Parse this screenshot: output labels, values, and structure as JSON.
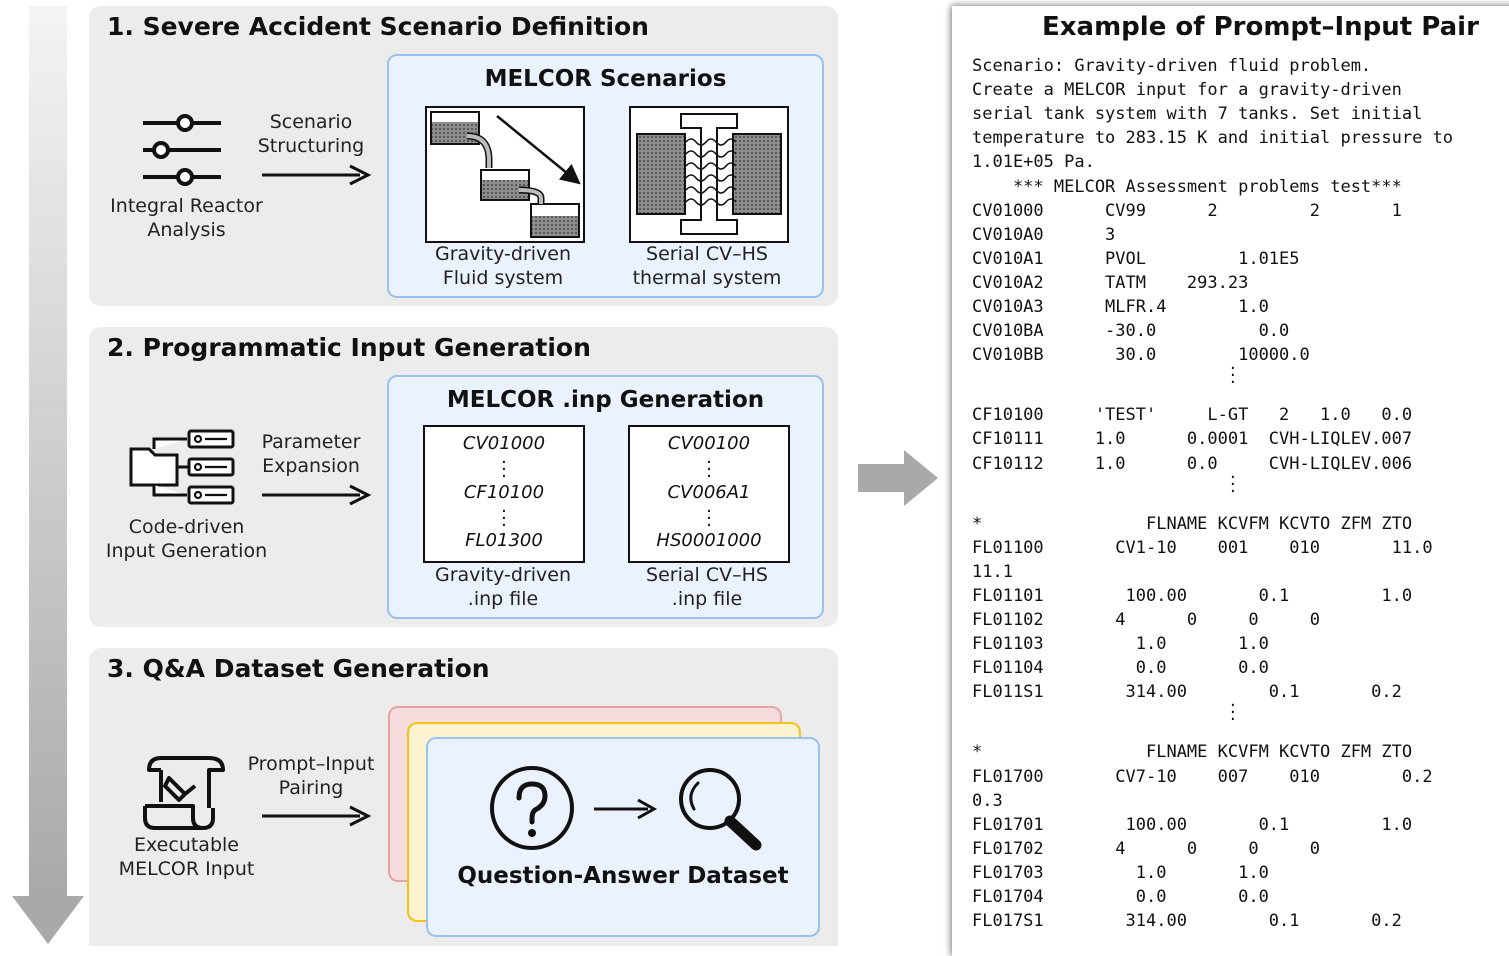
{
  "steps": [
    {
      "title": "1. Severe Accident Scenario Definition",
      "input_label": [
        "Integral Reactor",
        "Analysis"
      ],
      "arrow_label": [
        "Scenario",
        "Structuring"
      ],
      "box_title": "MELCOR Scenarios",
      "items": [
        {
          "caption": [
            "Gravity-driven",
            "Fluid system"
          ]
        },
        {
          "caption": [
            "Serial CV–HS",
            "thermal system"
          ]
        }
      ]
    },
    {
      "title": "2. Programmatic Input Generation",
      "input_label": [
        "Code-driven",
        "Input Generation"
      ],
      "arrow_label": [
        "Parameter",
        "Expansion"
      ],
      "box_title": "MELCOR .inp Generation",
      "items": [
        {
          "lines": [
            "CV01000",
            "CF10100",
            "FL01300"
          ],
          "caption": [
            "Gravity-driven",
            ".inp file"
          ]
        },
        {
          "lines": [
            "CV00100",
            "CV006A1",
            "HS0001000"
          ],
          "caption": [
            "Serial CV–HS",
            ".inp file"
          ]
        }
      ]
    },
    {
      "title": "3. Q&A Dataset Generation",
      "input_label": [
        "Executable",
        "MELCOR Input"
      ],
      "arrow_label": [
        "Prompt–Input",
        "Pairing"
      ],
      "box_title": "Question-Answer Dataset"
    }
  ],
  "example": {
    "title": "Example of Prompt–Input Pair",
    "prompt_lines": [
      "Scenario: Gravity-driven fluid problem.",
      "Create a MELCOR input for a gravity-driven",
      "serial tank system with 7 tanks. Set initial",
      "temperature to 283.15 K and initial pressure to",
      "1.01E+05 Pa."
    ],
    "code_blocks": [
      [
        "    *** MELCOR Assessment problems test***",
        "CV01000      CV99      2         2       1",
        "CV010A0      3",
        "CV010A1      PVOL         1.01E5",
        "CV010A2      TATM    293.23",
        "CV010A3      MLFR.4       1.0",
        "CV010BA      -30.0          0.0",
        "CV010BB       30.0        10000.0"
      ],
      [
        "CF10100     'TEST'     L-GT   2   1.0   0.0",
        "CF10111     1.0      0.0001  CVH-LIQLEV.007",
        "CF10112     1.0      0.0     CVH-LIQLEV.006"
      ],
      [
        "*                FLNAME KCVFM KCVTO ZFM ZTO",
        "FL01100       CV1-10    001    010       11.0",
        "11.1",
        "FL01101        100.00       0.1         1.0",
        "FL01102       4      0     0     0",
        "FL01103         1.0       1.0",
        "FL01104         0.0       0.0",
        "FL011S1        314.00        0.1       0.2"
      ],
      [
        "*                FLNAME KCVFM KCVTO ZFM ZTO",
        "FL01700       CV7-10    007    010        0.2",
        "0.3",
        "FL01701        100.00       0.1         1.0",
        "FL01702       4      0     0     0",
        "FL01703         1.0       1.0",
        "FL01704         0.0       0.0",
        "FL017S1        314.00        0.1       0.2"
      ]
    ]
  },
  "colors": {
    "panel_bg": "#ececec",
    "subbox_bg": "#eaf2fd",
    "subbox_border": "#9bc1ee",
    "card_red": "#f6dcdc",
    "card_yellow": "#fdf2cf",
    "card_blue": "#eaf2fd"
  },
  "icons": [
    "timeline-arrow",
    "sliders-icon",
    "folder-tree-icon",
    "script-icon",
    "question-icon",
    "magnifier-icon",
    "right-arrow"
  ]
}
